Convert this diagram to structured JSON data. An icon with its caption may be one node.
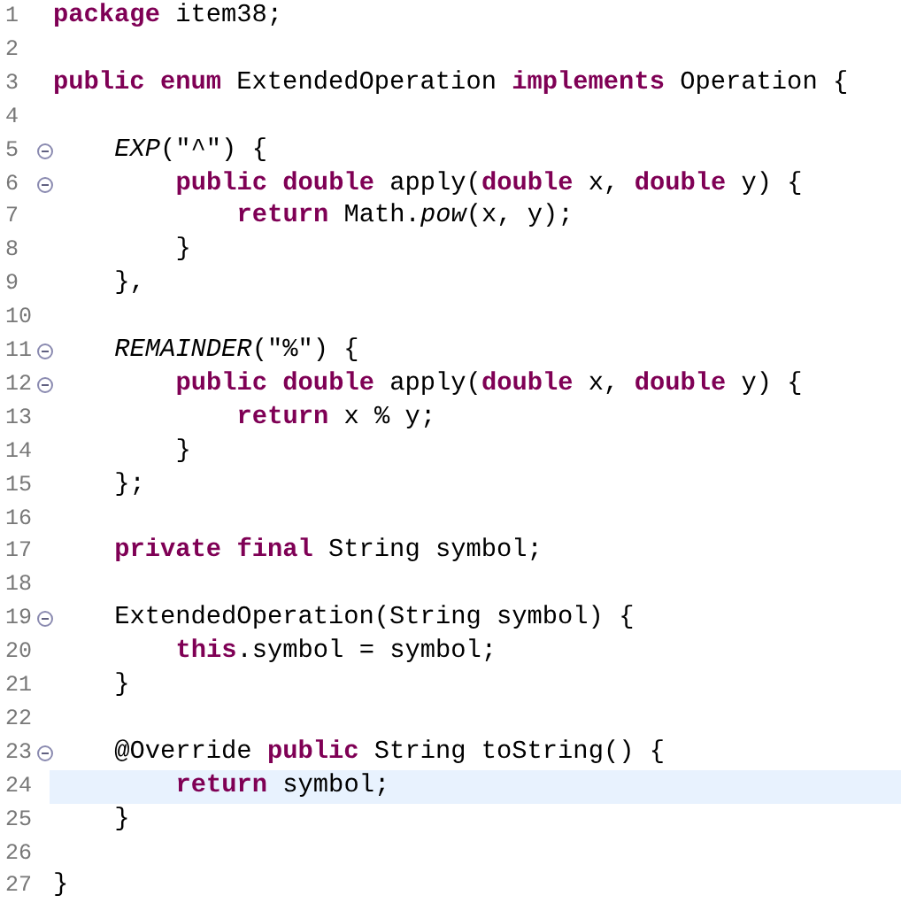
{
  "diagram": {
    "labels": [
      "1",
      "**package** item38;",
      "2",
      "3",
      "**public** **enum** ExtendedOperation **implements** Operation {",
      "4",
      "5",
      "*EXP*(\"^\") {",
      "6",
      "**public** **double** apply(**double** x, **double** y) {",
      "7",
      "**return** Math.*pow*(x, y);",
      "8",
      "}",
      "9",
      "},",
      "10",
      "11",
      "*REMAINDER*(\"%\") {",
      "12",
      "**public** **double** apply(**double** x, **double** y) {",
      "13",
      "**return** x % y;",
      "14",
      "}",
      "15",
      "};",
      "16",
      "17",
      "**private** **final** String symbol;",
      "18",
      "19",
      "ExtendedOperation(String symbol) {",
      "20",
      "**this**.symbol = symbol;",
      "21",
      "}",
      "22",
      "23",
      "@Override **public** String toString() {",
      "24",
      "**return** symbol;",
      "25",
      "}",
      "26",
      "27",
      "}"
    ]
  }
}
